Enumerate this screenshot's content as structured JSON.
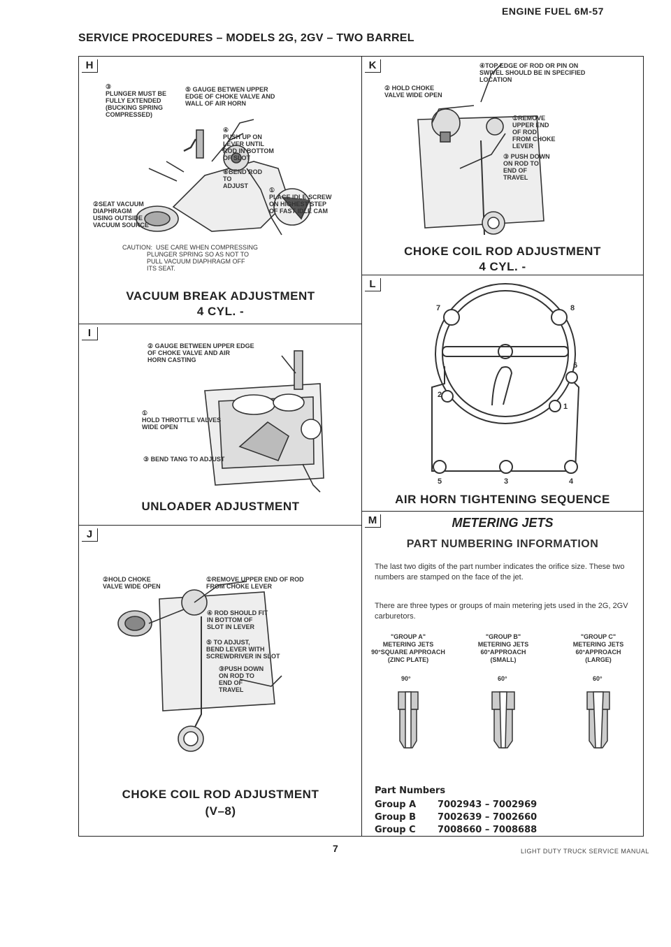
{
  "header": {
    "right": "ENGINE FUEL 6M-57",
    "left": "SERVICE PROCEDURES – MODELS 2G, 2GV – TWO BARREL"
  },
  "panel_h": {
    "letter": "H",
    "labels": {
      "l3": "③\nPLUNGER MUST BE\nFULLY EXTENDED\n(BUCKING SPRING\nCOMPRESSED)",
      "l5": "⑤ GAUGE BETWEN UPPER\nEDGE OF CHOKE VALVE AND\nWALL OF AIR HORN",
      "l4": "④\nPUSH UP ON\nLEVER UNTIL\nROD IN BOTTOM\nOF SLOT",
      "l6": "⑥BEND ROD\nTO\nADJUST",
      "l1": "①\nPLACE IDLE SCREW\nON HIGHEST STEP\nOF FAST IDLE CAM",
      "l2": "②SEAT VACUUM\nDIAPHRAGM\nUSING OUTSIDE\nVACUUM SOURCE"
    },
    "caution": "CAUTION:  USE CARE WHEN COMPRESSING\n              PLUNGER SPRING SO AS NOT TO\n              PULL VACUUM DIAPHRAGM OFF\n              ITS SEAT.",
    "caption1": "VACUUM BREAK ADJUSTMENT",
    "caption2": "4 CYL. -"
  },
  "panel_i": {
    "letter": "I",
    "labels": {
      "l2": "② GAUGE BETWEEN UPPER EDGE\nOF CHOKE VALVE AND AIR\nHORN CASTING",
      "l1": "①\nHOLD THROTTLE VALVES\nWIDE OPEN",
      "l3": "③ BEND TANG TO ADJUST"
    },
    "caption": "UNLOADER ADJUSTMENT"
  },
  "panel_j": {
    "letter": "J",
    "labels": {
      "l2": "②HOLD CHOKE\nVALVE WIDE OPEN",
      "l1": "①REMOVE UPPER END OF ROD\nFROM CHOKE LEVER",
      "l4": "④ ROD SHOULD FIT\nIN BOTTOM OF\nSLOT IN LEVER",
      "l5": "⑤ TO ADJUST,\nBEND LEVER WITH\nSCREWDRIVER IN SLOT",
      "l3": "③PUSH DOWN\nON ROD TO\nEND OF\nTRAVEL"
    },
    "caption1": "CHOKE COIL ROD ADJUSTMENT",
    "caption2": "(V–8)"
  },
  "panel_k": {
    "letter": "K",
    "labels": {
      "l4": "④TOP EDGE OF ROD OR PIN ON\nSWIVEL SHOULD BE IN SPECIFIED\nLOCATION",
      "l2": "② HOLD CHOKE\nVALVE WIDE OPEN",
      "l1": "①REMOVE\nUPPER END\nOF ROD\nFROM CHOKE\nLEVER",
      "l3": "③ PUSH DOWN\nON ROD TO\nEND OF\nTRAVEL"
    },
    "caption1": "CHOKE COIL ROD ADJUSTMENT",
    "caption2": "4 CYL. -"
  },
  "panel_l": {
    "letter": "L",
    "numbers": {
      "n1": "1",
      "n2": "2",
      "n3": "3",
      "n4": "4",
      "n5": "5",
      "n6": "6",
      "n7": "7",
      "n8": "8"
    },
    "caption": "AIR HORN TIGHTENING SEQUENCE"
  },
  "panel_m": {
    "letter": "M",
    "title": "METERING JETS",
    "subtitle": "PART NUMBERING INFORMATION",
    "para1": "The last two digits of the part number indicates the orifice size. These two numbers are stamped on the face of the jet.",
    "para2": "There are three types or groups of main metering jets used in the 2G, 2GV carburetors.",
    "groups": [
      {
        "text": "\"GROUP A\"\nMETERING JETS\n90°SQUARE APPROACH\n(ZINC PLATE)",
        "angle": "90°"
      },
      {
        "text": "\"GROUP B\"\nMETERING JETS\n60°APPROACH\n(SMALL)",
        "angle": "60°"
      },
      {
        "text": "\"GROUP C\"\nMETERING JETS\n60°APPROACH\n(LARGE)",
        "angle": "60°"
      }
    ],
    "part_numbers_title": "Part Numbers",
    "part_numbers": [
      {
        "group": "Group A",
        "range": "7002943 – 7002969"
      },
      {
        "group": "Group B",
        "range": "7002639 – 7002660"
      },
      {
        "group": "Group C",
        "range": "7008660 – 7008688"
      }
    ]
  },
  "footer": {
    "page": "7",
    "manual": "LIGHT DUTY TRUCK SERVICE MANUAL"
  }
}
